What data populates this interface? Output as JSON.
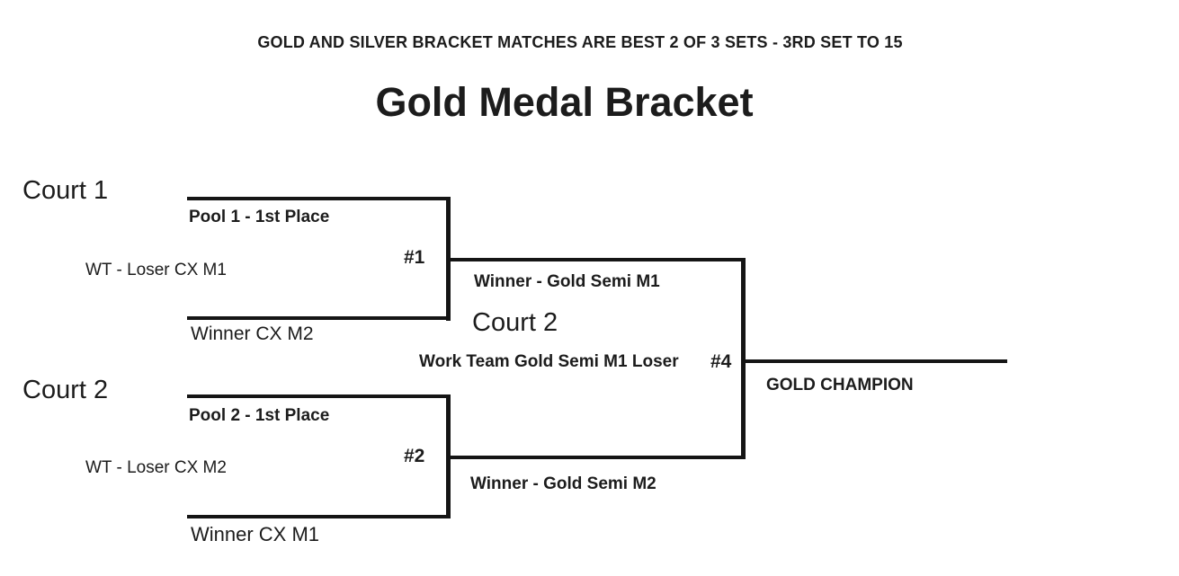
{
  "header": {
    "note": "GOLD AND SILVER BRACKET MATCHES ARE BEST 2 OF 3 SETS - 3RD SET TO 15",
    "title": "Gold Medal Bracket"
  },
  "bracket": {
    "semifinal1": {
      "court_label": "Court 1",
      "top_slot": "Pool 1 - 1st Place",
      "side_note": "WT - Loser CX M1",
      "bottom_slot": "Winner CX M2",
      "match_number": "#1"
    },
    "semifinal2": {
      "court_label": "Court 2",
      "top_slot": "Pool 2 - 1st Place",
      "side_note": "WT - Loser CX M2",
      "bottom_slot": "Winner CX M1",
      "match_number": "#2"
    },
    "final": {
      "top_slot": "Winner - Gold Semi M1",
      "court_label": "Court 2",
      "work_team_note": "Work Team Gold Semi M1 Loser",
      "match_number": "#4",
      "bottom_slot": "Winner - Gold Semi M2"
    },
    "champion_label": "GOLD CHAMPION"
  },
  "colors": {
    "line": "#151515",
    "text": "#1c1c1c",
    "background": "#ffffff"
  }
}
